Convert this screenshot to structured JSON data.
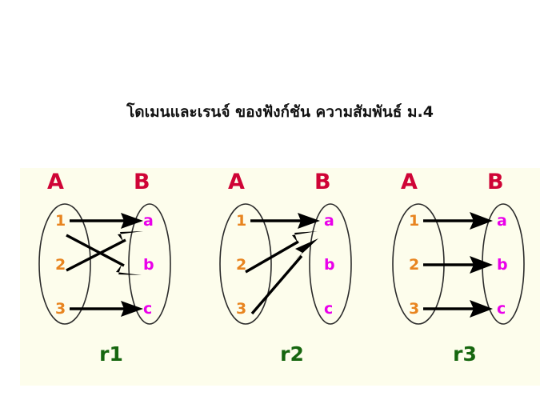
{
  "page": {
    "title": "โดเมนและเรนจ์ ของฟังก์ชัน ความสัมพันธ์ ม.4",
    "background_color": "#ffffff",
    "panel_color": "#fdfdec"
  },
  "colors": {
    "set_label": "#cf0436",
    "domain_element": "#e8841f",
    "range_element": "#ea00ea",
    "relation_label": "#16660f",
    "arrow": "#000000",
    "oval_stroke": "#2b2b2b"
  },
  "diagrams": [
    {
      "id": "r1",
      "relation_label": "r1",
      "set_a_label": "A",
      "set_b_label": "B",
      "domain_elements": [
        "1",
        "2",
        "3"
      ],
      "range_elements": [
        "a",
        "b",
        "c"
      ],
      "mappings": [
        {
          "from": "1",
          "to": "a"
        },
        {
          "from": "1",
          "to": "b"
        },
        {
          "from": "2",
          "to": "a"
        },
        {
          "from": "3",
          "to": "c"
        }
      ]
    },
    {
      "id": "r2",
      "relation_label": "r2",
      "set_a_label": "A",
      "set_b_label": "B",
      "domain_elements": [
        "1",
        "2",
        "3"
      ],
      "range_elements": [
        "a",
        "b",
        "c"
      ],
      "mappings": [
        {
          "from": "1",
          "to": "a"
        },
        {
          "from": "2",
          "to": "a"
        },
        {
          "from": "3",
          "to": "a"
        }
      ]
    },
    {
      "id": "r3",
      "relation_label": "r3",
      "set_a_label": "A",
      "set_b_label": "B",
      "domain_elements": [
        "1",
        "2",
        "3"
      ],
      "range_elements": [
        "a",
        "b",
        "c"
      ],
      "mappings": [
        {
          "from": "1",
          "to": "a"
        },
        {
          "from": "2",
          "to": "b"
        },
        {
          "from": "3",
          "to": "c"
        }
      ]
    }
  ]
}
